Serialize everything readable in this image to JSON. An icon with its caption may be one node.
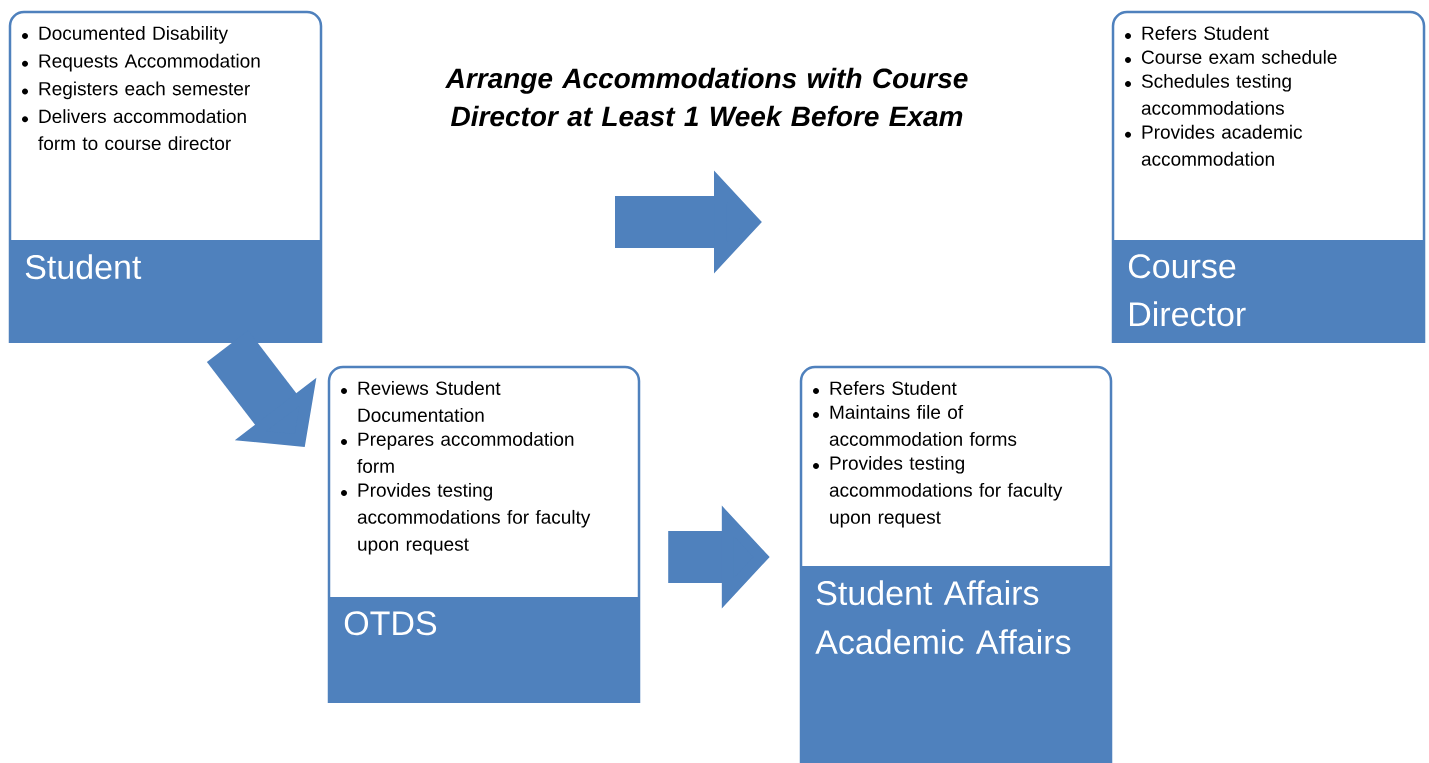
{
  "diagram": {
    "title": "Arrange Accommodations with Course Director at Least 1 Week Before Exam",
    "nodes": [
      {
        "text": [
          "Documented Disability",
          "Requests Accommodation",
          "Registers each semester",
          "Delivers accommodation form to course director",
          "Student"
        ]
      },
      {
        "text": [
          "Refers Student",
          "Course exam schedule",
          "Schedules testing accommodations",
          "Provides academic accommodation",
          "Course Director"
        ]
      },
      {
        "text": [
          "Reviews Student Documentation",
          "Prepares accommodation form",
          "Provides testing accommodations for faculty upon request",
          "OTDS"
        ]
      },
      {
        "text": [
          "Refers Student",
          "Maintains file of accommodation forms",
          "Provides testing accommodations for faculty upon request",
          "Student Affairs",
          "Academic Affairs"
        ]
      }
    ],
    "edges": [
      {
        "from": 0,
        "to": 2,
        "arrow": "to"
      },
      {
        "from": 2,
        "to": 3,
        "arrow": "to"
      }
    ]
  }
}
